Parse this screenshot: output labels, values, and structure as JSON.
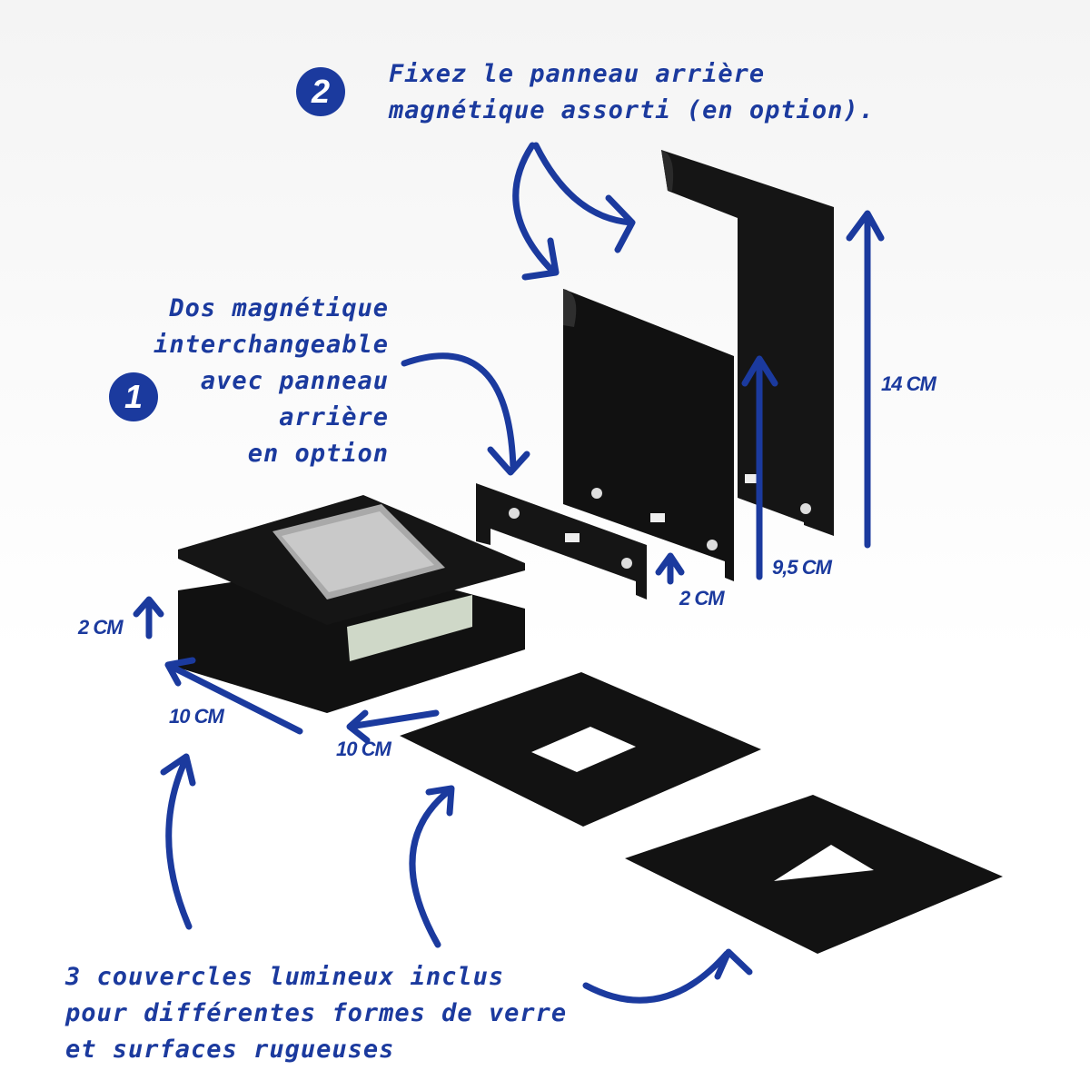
{
  "step2": {
    "badge": "2",
    "lines": [
      "Fixez le panneau arrière",
      "magnétique assorti (en option)."
    ]
  },
  "step1": {
    "badge": "1",
    "lines": [
      "Dos magnétique",
      "interchangeable",
      "avec panneau",
      "arrière",
      "en option"
    ]
  },
  "dimensions": {
    "tall_panel": "14 CM",
    "medium_panel": "9,5 CM",
    "short_back": "2 CM",
    "box_height": "2 CM",
    "box_depth": "10 CM",
    "box_width": "10 CM"
  },
  "covers": {
    "lines": [
      "3 couvercles lumineux inclus",
      "pour différentes formes de verre",
      "et surfaces rugueuses"
    ]
  },
  "colors": {
    "annotation": "#1b3a9e",
    "product": "#141414"
  }
}
